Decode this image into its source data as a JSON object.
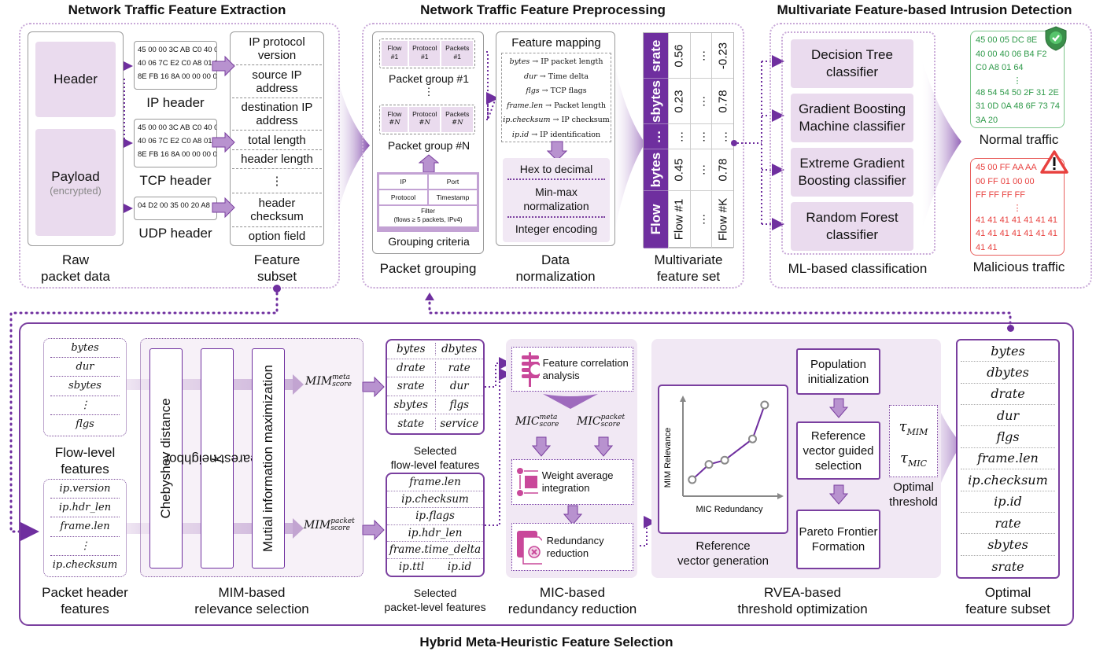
{
  "colors": {
    "accent": "#6f2f9f",
    "lilac": "#eadbee",
    "normal": "#3aa356",
    "malicious": "#e8413f",
    "panel_border": "#c9a9d8"
  },
  "extraction": {
    "title": "Network Traffic Feature Extraction",
    "raw": {
      "header": "Header",
      "payload": "Payload",
      "payload_note": "(encrypted)",
      "caption_line1": "Raw",
      "caption_line2": "packet data"
    },
    "ip_header": {
      "lines": [
        "45 00 00 3C AB C0 40 00",
        "40 06 7C E2 C0 A8 01 64",
        "8E FB 16 8A 00 00 00 00"
      ],
      "label": "IP header"
    },
    "tcp_header": {
      "lines": [
        "45 00 00 3C AB C0 40 00",
        "40 06 7C E2 C0 A8 01 64",
        "8E FB 16 8A 00 00 00 00"
      ],
      "label": "TCP header"
    },
    "udp_header": {
      "lines": [
        "04 D2 00 35 00 20 A8 7F"
      ],
      "label": "UDP header"
    },
    "feature_subset": {
      "items": [
        "IP protocol version",
        "source IP address",
        "destination IP address",
        "total length",
        "header length",
        "⋮",
        "header checksum",
        "option field"
      ],
      "caption_line1": "Feature",
      "caption_line2": "subset"
    }
  },
  "preprocessing": {
    "title": "Network Traffic Feature Preprocessing",
    "grouping": {
      "group1": {
        "cells": [
          [
            "Flow",
            "#1"
          ],
          [
            "Protocol",
            "#1"
          ],
          [
            "Packets",
            "#1"
          ]
        ],
        "label": "Packet group #1"
      },
      "vdots": "⋮",
      "groupN": {
        "cells": [
          [
            "Flow",
            "#N"
          ],
          [
            "Protocol",
            "#N"
          ],
          [
            "Packets",
            "#N"
          ]
        ],
        "label": "Packet group #N"
      },
      "criteria": {
        "ip": "IP",
        "port": "Port",
        "protocol": "Protocol",
        "timestamp": "Timestamp",
        "filter": "Filter",
        "filter_note": "(flows ≥ 5 packets, IPv4)",
        "label": "Grouping criteria"
      },
      "caption": "Packet grouping"
    },
    "normalization": {
      "mapping_title": "Feature mapping",
      "mappings": [
        {
          "from": "bytes",
          "to": "IP packet length"
        },
        {
          "from": "dur",
          "to": "Time delta"
        },
        {
          "from": "flgs",
          "to": "TCP flags"
        },
        {
          "from": "frame.len",
          "to": "Packet length"
        },
        {
          "from": "ip.checksum",
          "to": "IP checksum"
        },
        {
          "from": "ip.id",
          "to": "IP identification"
        }
      ],
      "steps": [
        "Hex to decimal",
        "Min-max normalization",
        "Integer encoding"
      ],
      "caption_line1": "Data",
      "caption_line2": "normalization"
    },
    "multivariate": {
      "headers": [
        "Flow",
        "bytes",
        "…",
        "sbytes",
        "srate"
      ],
      "rows": [
        [
          "Flow #1",
          "0.45",
          "…",
          "0.23",
          "0.56"
        ],
        [
          "…",
          "…",
          "…",
          "…",
          "…"
        ],
        [
          "Flow #K",
          "0.78",
          "…",
          "0.78",
          "-0.23"
        ]
      ],
      "caption_line1": "Multivariate",
      "caption_line2": "feature set"
    }
  },
  "detection": {
    "title": "Multivariate Feature-based Intrusion Detection",
    "classifiers": [
      "Decision Tree classifier",
      "Gradient Boosting Machine classifier",
      "Extreme Gradient Boosting classifier",
      "Random Forest classifier"
    ],
    "classification_caption": "ML-based classification",
    "normal": {
      "lines": [
        "45 00 05 DC 8E",
        "40 00 40 06 B4 F2",
        "C0 A8 01 64",
        "⋮",
        "48 54 54 50 2F 31 2E",
        "31 0D 0A 48 6F 73 74",
        "3A 20"
      ],
      "label": "Normal traffic",
      "icon": "shield-check-icon"
    },
    "malicious": {
      "lines": [
        "45 00 FF AA AA",
        "00 FF 01 00 00",
        "FF FF FF FF",
        "⋮",
        "41 41 41 41 41 41 41",
        "41 41 41 41 41 41 41",
        "41 41"
      ],
      "label": "Malicious traffic",
      "icon": "warning-icon"
    }
  },
  "selection": {
    "title": "Hybrid Meta-Heuristic Feature Selection",
    "flow_features": {
      "items": [
        "bytes",
        "dur",
        "sbytes",
        "⋮",
        "flgs"
      ],
      "caption_line1": "Flow-level",
      "caption_line2": "features"
    },
    "packet_features": {
      "items": [
        "ip.version",
        "ip.hdr_len",
        "frame.len",
        "⋮",
        "ip.checksum"
      ],
      "caption_line1": "Packet header",
      "caption_line2": "features"
    },
    "mim": {
      "bars": [
        "Chebyshev distance",
        "k-nearest neighbor",
        "Mutial information maximization"
      ],
      "score_meta": {
        "base": "MIM",
        "sup": "meta",
        "sub": "score"
      },
      "score_packet": {
        "base": "MIM",
        "sup": "packet",
        "sub": "score"
      },
      "caption_line1": "MIM-based",
      "caption_line2": "relevance selection"
    },
    "selected_flow": {
      "rows": [
        [
          "bytes",
          "dbytes"
        ],
        [
          "drate",
          "rate"
        ],
        [
          "srate",
          "dur"
        ],
        [
          "sbytes",
          "flgs"
        ],
        [
          "state",
          "service"
        ]
      ],
      "caption_line1": "Selected",
      "caption_line2": "flow-level features"
    },
    "selected_packet": {
      "rows": [
        [
          "frame.len"
        ],
        [
          "ip.checksum"
        ],
        [
          "ip.flags"
        ],
        [
          "ip.hdr_len"
        ],
        [
          "frame.time_delta"
        ],
        [
          "ip.ttl",
          "ip.id"
        ]
      ],
      "caption_line1": "Selected",
      "caption_line2": "packet-level features"
    },
    "mic": {
      "correlation": "Feature correlation analysis",
      "score_meta": {
        "base": "MIC",
        "sup": "meta",
        "sub": "score"
      },
      "score_packet": {
        "base": "MIC",
        "sup": "packet",
        "sub": "score"
      },
      "weight": "Weight average integration",
      "redundancy": "Redundancy reduction",
      "caption_line1": "MIC-based",
      "caption_line2": "redundancy reduction"
    },
    "rvea": {
      "plot": {
        "ylabel": "MIM Relevance",
        "xlabel": "MIC Redundancy",
        "points": [
          [
            0.1,
            0.12
          ],
          [
            0.28,
            0.3
          ],
          [
            0.45,
            0.35
          ],
          [
            0.75,
            0.6
          ],
          [
            0.88,
            1.0
          ]
        ]
      },
      "plot_caption_line1": "Reference",
      "plot_caption_line2": "vector generation",
      "steps": [
        "Population initialization",
        "Reference vector guided selection",
        "Pareto Frontier Formation"
      ],
      "tau_mim": {
        "base": "τ",
        "sub": "MIM"
      },
      "tau_mic": {
        "base": "τ",
        "sub": "MIC"
      },
      "threshold_caption_line1": "Optimal",
      "threshold_caption_line2": "threshold",
      "caption_line1": "RVEA-based",
      "caption_line2": "threshold optimization"
    },
    "optimal": {
      "items": [
        "bytes",
        "dbytes",
        "drate",
        "dur",
        "flgs",
        "frame.len",
        "ip.checksum",
        "ip.id",
        "rate",
        "sbytes",
        "srate"
      ],
      "caption_line1": "Optimal",
      "caption_line2": "feature subset"
    }
  }
}
